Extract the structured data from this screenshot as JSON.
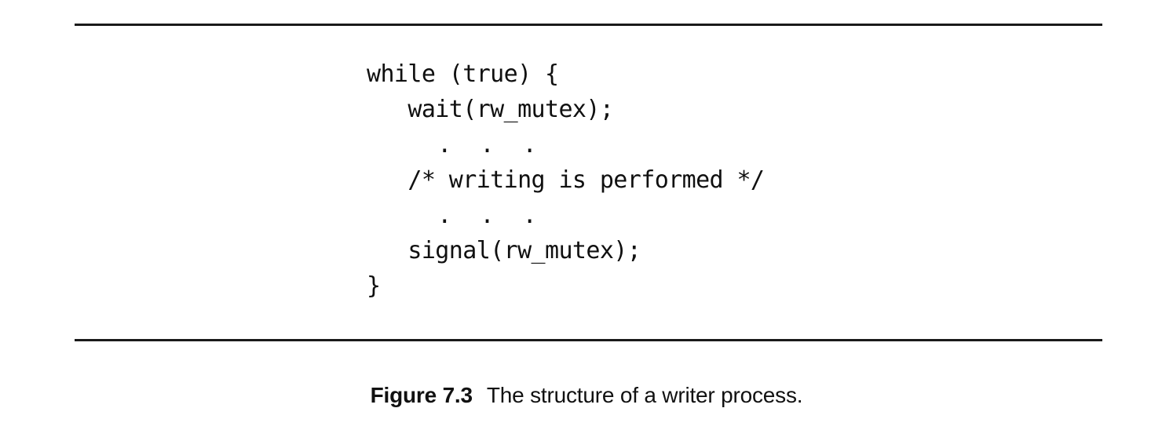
{
  "figure": {
    "rule_color": "#1a1a1a",
    "background": "#ffffff",
    "code": {
      "language": "c-pseudocode",
      "lines": [
        "while (true) {",
        "   wait(rw_mutex);",
        "     .  .  .",
        "   /* writing is performed */",
        "     .  .  .",
        "   signal(rw_mutex);",
        "}"
      ]
    },
    "caption": {
      "label": "Figure 7.3",
      "text": "The structure of a writer process."
    }
  }
}
